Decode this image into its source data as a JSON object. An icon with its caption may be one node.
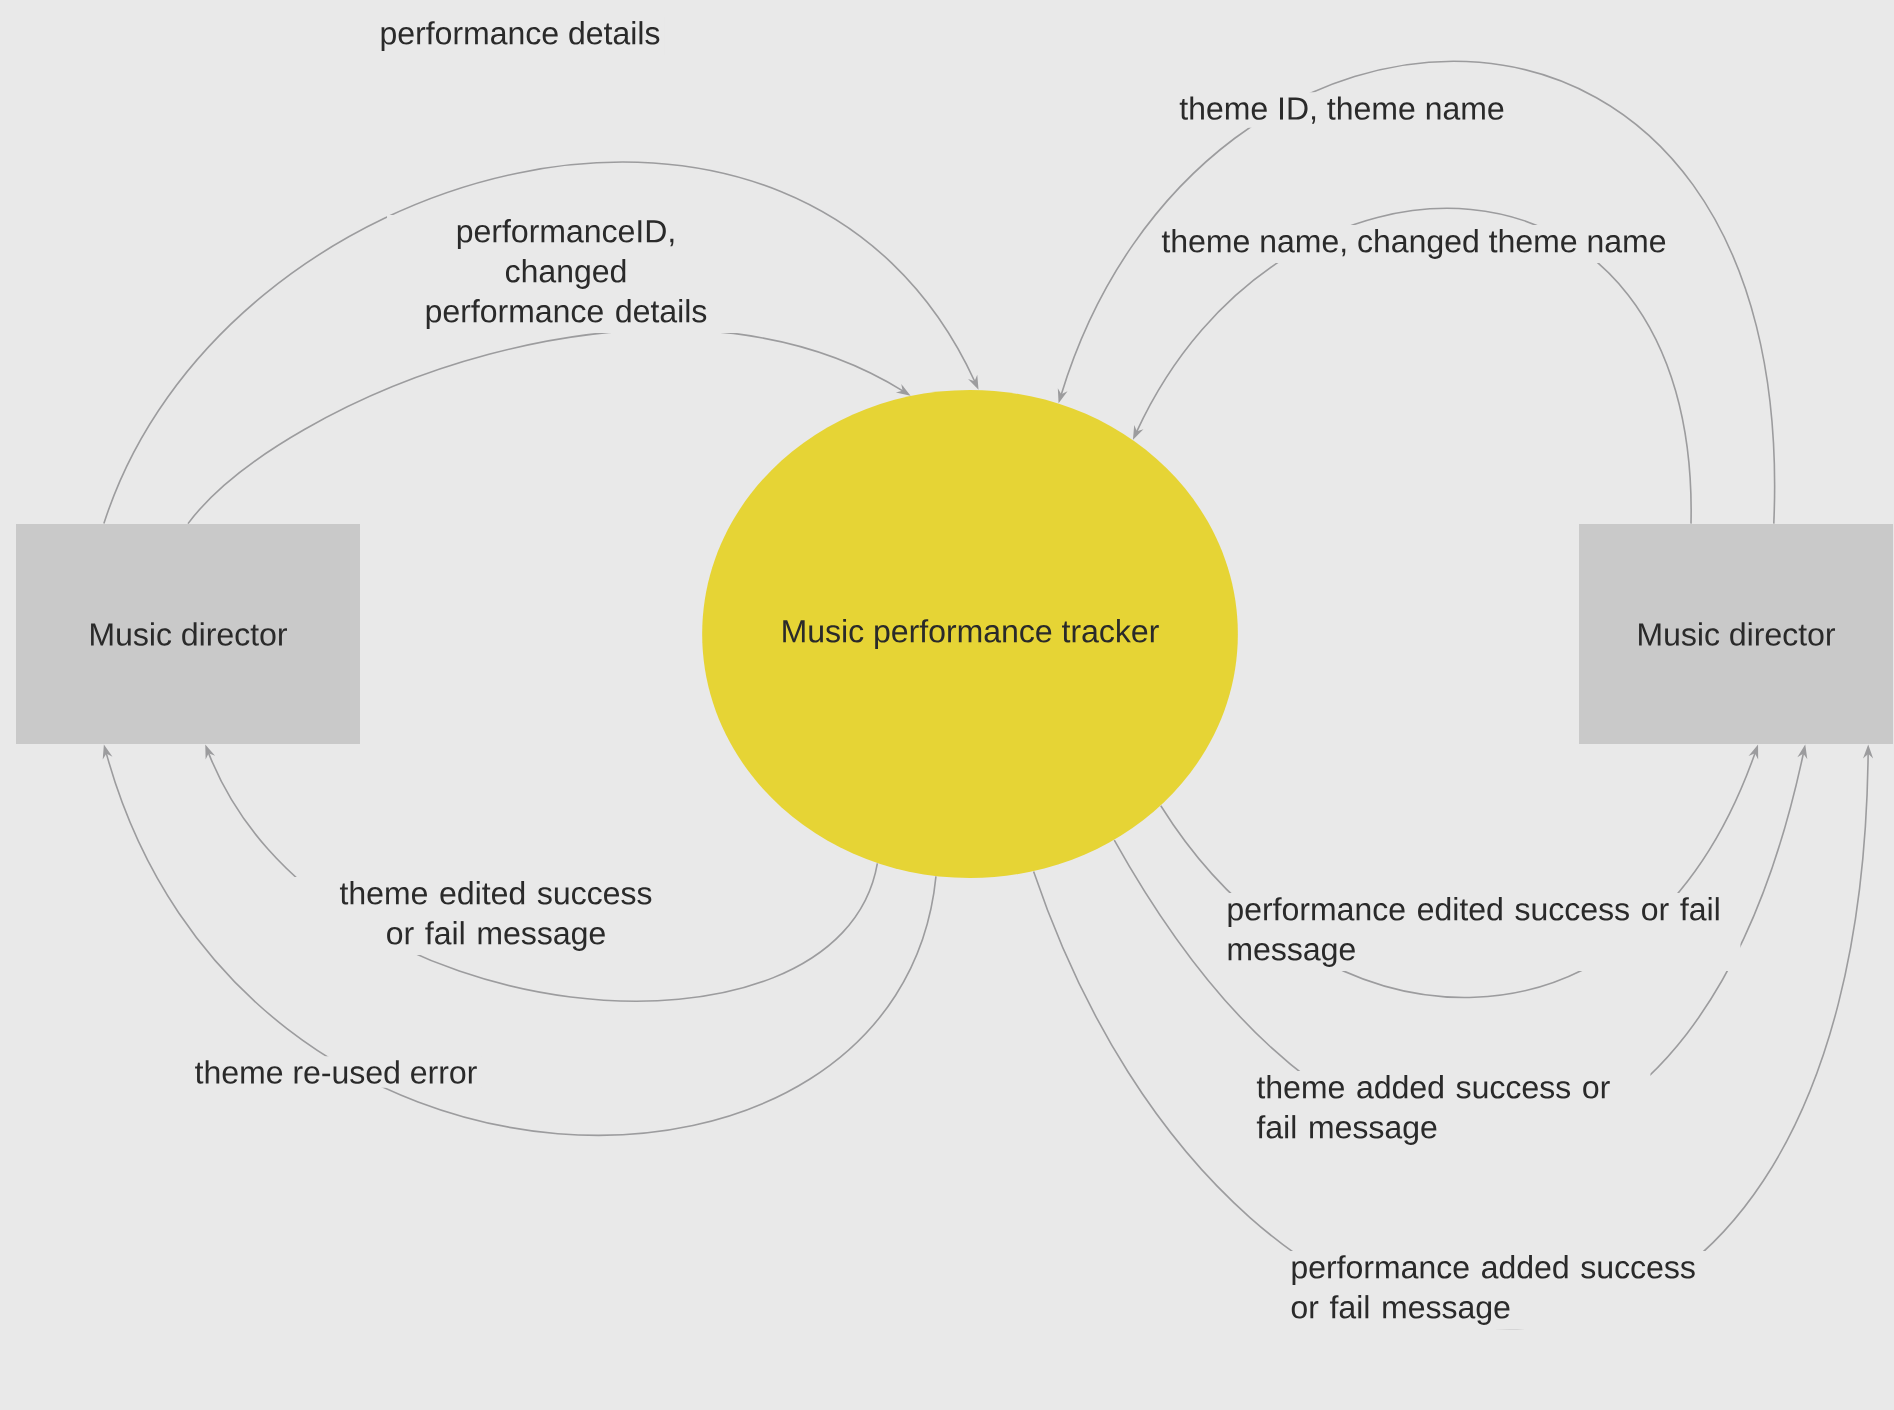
{
  "diagram": {
    "nodes": [
      {
        "text": [
          "Music director"
        ]
      },
      {
        "text": [
          "Music performance tracker"
        ]
      },
      {
        "text": [
          "Music director"
        ]
      }
    ],
    "edges": [
      {
        "from": 0,
        "to": 1,
        "arrow": "to",
        "label": "performance details"
      },
      {
        "from": 0,
        "to": 1,
        "arrow": "to",
        "label": "performanceID, changed performance details"
      },
      {
        "from": 2,
        "to": 1,
        "arrow": "to",
        "label": "theme ID, theme name"
      },
      {
        "from": 2,
        "to": 1,
        "arrow": "to",
        "label": "theme name, changed theme name"
      },
      {
        "from": 1,
        "to": 0,
        "arrow": "to",
        "label": "theme edited success or fail message"
      },
      {
        "from": 1,
        "to": 0,
        "arrow": "to",
        "label": "theme re-used error"
      },
      {
        "from": 1,
        "to": 2,
        "arrow": "to",
        "label": "performance edited success or fail message"
      },
      {
        "from": 1,
        "to": 2,
        "arrow": "to",
        "label": "theme added success or fail message"
      },
      {
        "from": 1,
        "to": 2,
        "arrow": "to",
        "label": "performance added success or fail message"
      }
    ]
  }
}
